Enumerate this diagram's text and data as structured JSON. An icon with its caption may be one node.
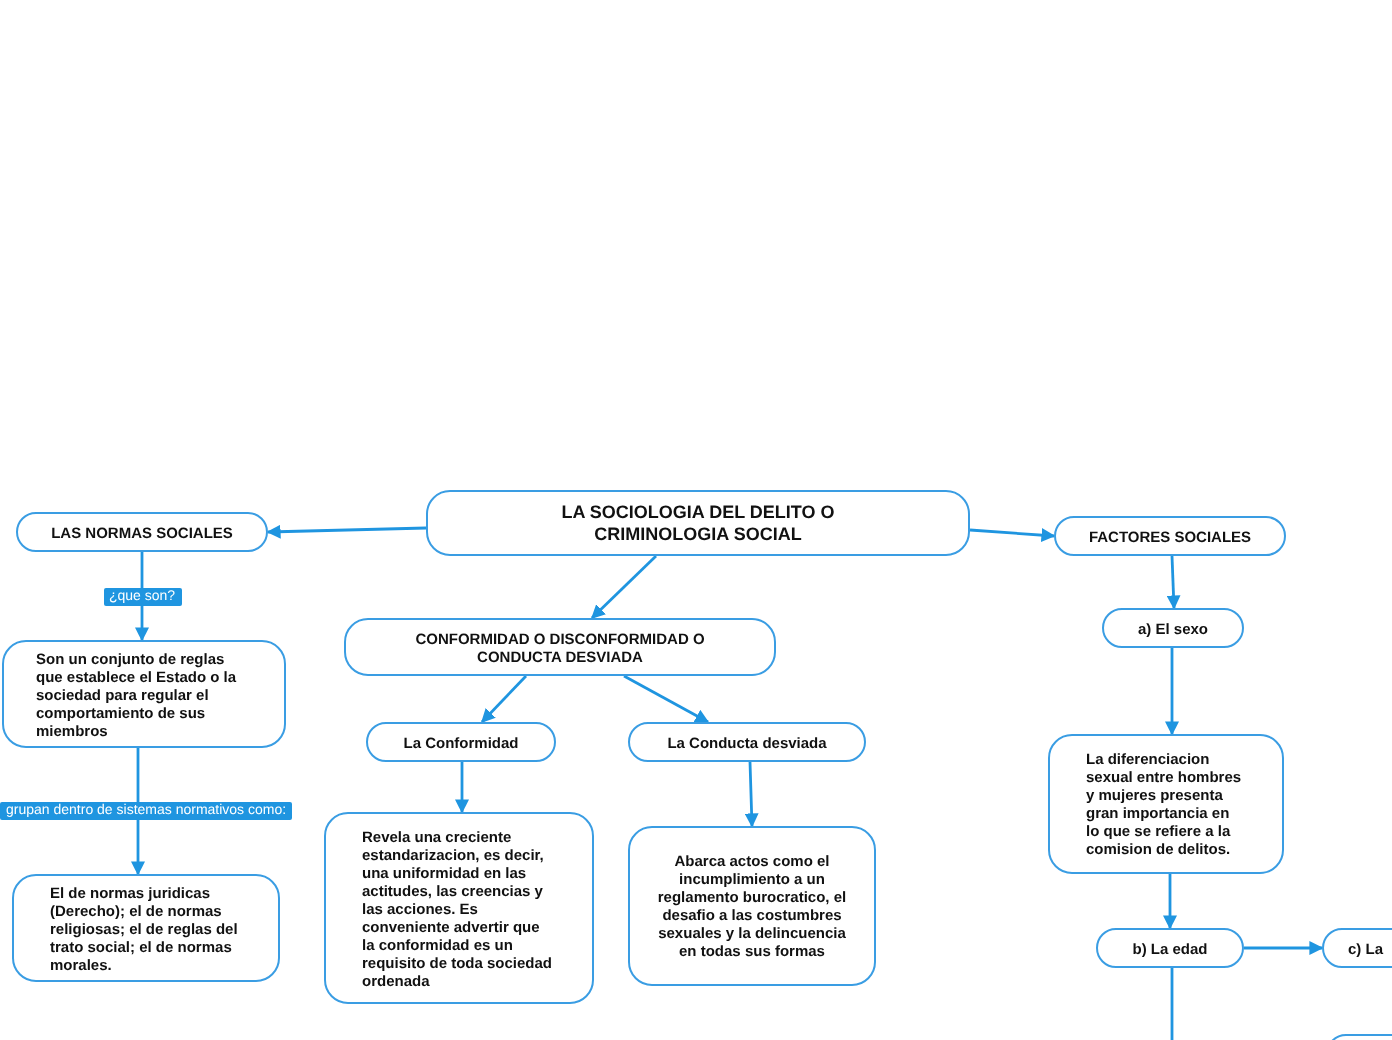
{
  "diagram": {
    "nodes": [
      {
        "text": [
          "LA SOCIOLOGIA DEL DELITO O CRIMINOLOGIA SOCIAL"
        ]
      },
      {
        "text": [
          "LAS NORMAS SOCIALES"
        ]
      },
      {
        "text": [
          "Son un conjunto de reglas que  establece el Estado o la sociedad para regular el comportamiento de sus miembros"
        ]
      },
      {
        "text": [
          "El de normas juridicas (Derecho); el de normas religiosas; el de reglas del trato social; el de normas morales."
        ]
      },
      {
        "text": [
          "CONFORMIDAD O DISCONFORMIDAD O CONDUCTA DESVIADA"
        ]
      },
      {
        "text": [
          "La Conformidad"
        ]
      },
      {
        "text": [
          "Revela una creciente estandarizacion, es decir, una uniformidad en las actitudes, las creencias y las acciones. Es conveniente advertir que la conformidad es un requisito de toda sociedad ordenada"
        ]
      },
      {
        "text": [
          "La Conducta desviada"
        ]
      },
      {
        "text": [
          "Abarca actos como el incumplimiento a un reglamento burocratico, el desafio a las costumbres sexuales y la delincuencia en todas sus formas"
        ]
      },
      {
        "text": [
          "FACTORES SOCIALES"
        ]
      },
      {
        "text": [
          "a) El sexo"
        ]
      },
      {
        "text": [
          "La diferenciacion sexual entre hombres y mujeres presenta gran importancia en lo que se refiere a la comision de delitos."
        ]
      },
      {
        "text": [
          "b) La edad"
        ]
      },
      {
        "text": [
          "c) La"
        ]
      },
      {
        "text": [],
        "shape": "box"
      }
    ],
    "edges": [
      {
        "from": 0,
        "to": 1,
        "arrow": "to"
      },
      {
        "from": 0,
        "to": 9,
        "arrow": "to"
      },
      {
        "from": 0,
        "to": 4,
        "arrow": "to"
      },
      {
        "from": 1,
        "to": 2,
        "arrow": "to",
        "label": "¿que son?"
      },
      {
        "from": 2,
        "to": 3,
        "arrow": "to",
        "label": "grupan dentro de sistemas normativos como:"
      },
      {
        "from": 4,
        "to": 5,
        "arrow": "to"
      },
      {
        "from": 4,
        "to": 7,
        "arrow": "to"
      },
      {
        "from": 5,
        "to": 6,
        "arrow": "to"
      },
      {
        "from": 7,
        "to": 8,
        "arrow": "to"
      },
      {
        "from": 9,
        "to": 10,
        "arrow": "to"
      },
      {
        "from": 10,
        "to": 11,
        "arrow": "to"
      },
      {
        "from": 11,
        "to": 12,
        "arrow": "to"
      },
      {
        "from": 12,
        "to": 13,
        "arrow": "to"
      },
      {
        "from": 12,
        "to": null,
        "arrow": "none"
      }
    ]
  }
}
